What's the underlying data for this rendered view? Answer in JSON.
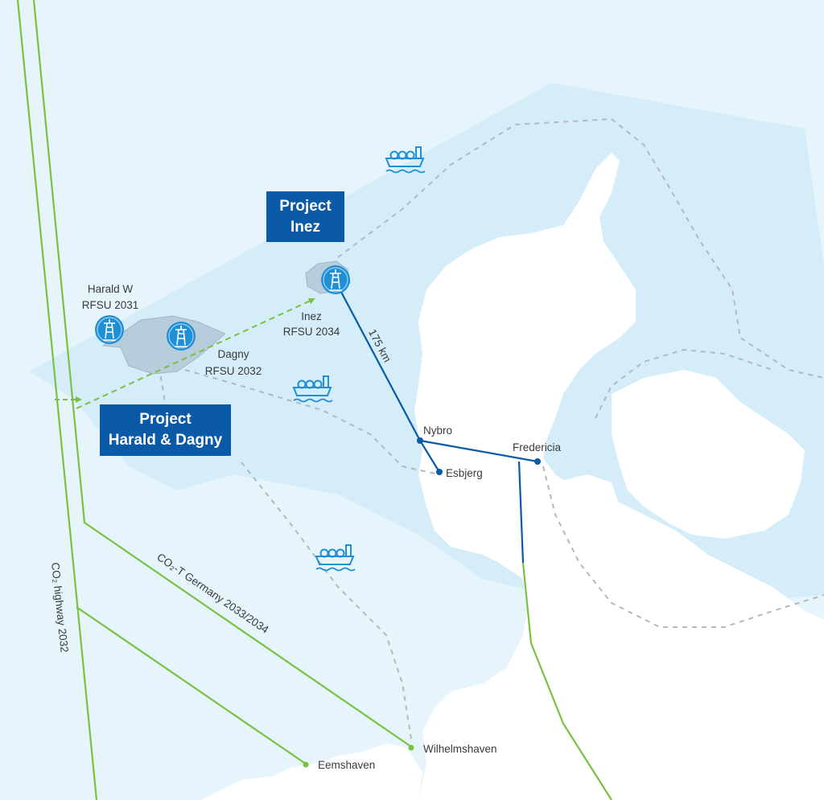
{
  "projects": {
    "inez": {
      "line1": "Project",
      "line2": "Inez"
    },
    "harald_dagny": {
      "line1": "Project",
      "line2": "Harald & Dagny"
    }
  },
  "fields": {
    "harald_w": {
      "name": "Harald W",
      "rfsu": "RFSU 2031"
    },
    "dagny": {
      "name": "Dagny",
      "rfsu": "RFSU 2032"
    },
    "inez": {
      "name": "Inez",
      "rfsu": "RFSU 2034"
    }
  },
  "pipeline_distance": "175 km",
  "places": {
    "nybro": "Nybro",
    "esbjerg": "Esbjerg",
    "fredericia": "Fredericia",
    "wilhelmshaven": "Wilhelmshaven",
    "eemshaven": "Eemshaven"
  },
  "routes": {
    "co2_highway": "CO₂ highway 2032",
    "co2t_germany": "CO₂-T Germany 2033/2034"
  },
  "colors": {
    "sea": "#e6f4fb",
    "storage_area": "#cfeaf7",
    "land": "#ffffff",
    "pipeline_blue": "#0a5aa8",
    "route_green": "#7ac142",
    "shipping_lane": "#b5b8bb",
    "project_box": "#0a5aa8",
    "field_marker": "#1f8fd6"
  },
  "icons": [
    "platform-icon",
    "lng-ship-icon"
  ]
}
